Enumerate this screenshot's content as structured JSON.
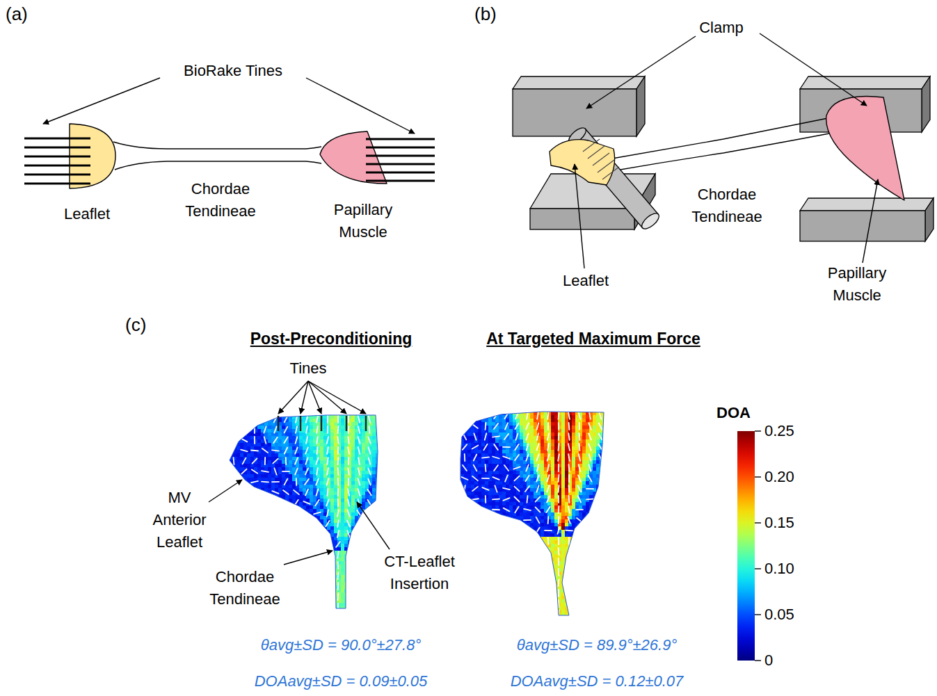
{
  "diagram": {
    "labels": [
      "(a)",
      "BioRake Tines",
      "Leaflet",
      "Chordae Tendineae",
      "Papillary Muscle",
      "(b)",
      "Clamp",
      "Chordae Tendineae",
      "Leaflet",
      "Papillary Muscle",
      "(c)",
      "Post-Preconditioning",
      "At Targeted Maximum Force",
      "Tines",
      "MV Anterior Leaflet",
      "Chordae Tendineae",
      "CT-Leaflet Insertion",
      "DOA",
      "0.25",
      "0.20",
      "0.15",
      "0.10",
      "0.05",
      "0",
      "θavg±SD = 90.0°±27.8°",
      "DOAavg±SD = 0.09±0.05",
      "θavg±SD = 89.9°±26.9°",
      "DOAavg±SD = 0.12±0.07"
    ]
  }
}
